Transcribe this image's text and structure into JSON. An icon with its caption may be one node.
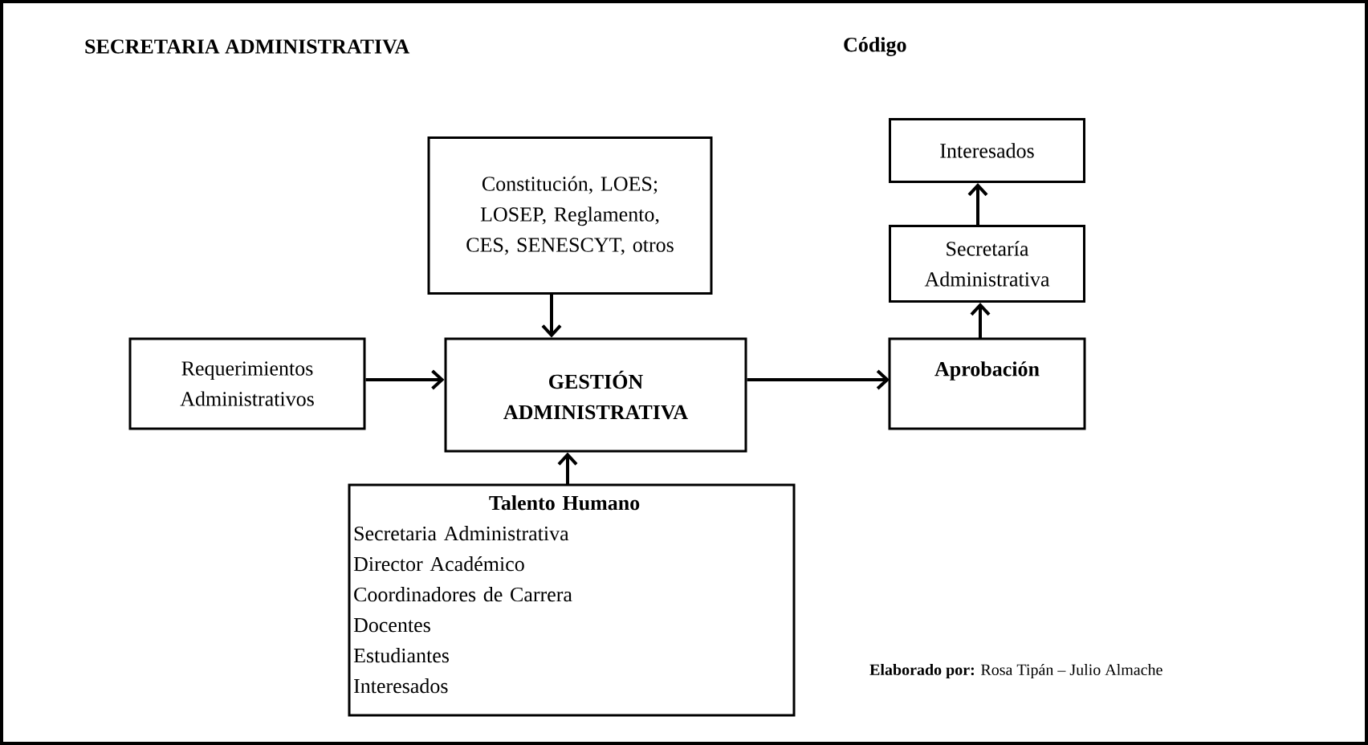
{
  "diagram": {
    "title": "SECRETARIA ADMINISTRATIVA",
    "nodes": [
      {
        "text": [
          "Constitución, LOES; LOSEP, Reglamento, CES, SENESCYT, otros"
        ]
      },
      {
        "text": [
          "Interesados"
        ]
      },
      {
        "text": [
          "Secretaría Administrativa"
        ]
      },
      {
        "text": [
          "Requerimientos Administrativos"
        ]
      },
      {
        "text": [
          "GESTIÓN ADMINISTRATIVA"
        ]
      },
      {
        "text": [
          "Aprobación"
        ]
      },
      {
        "text": [
          "Talento Humano",
          "Secretaria Administrativa",
          "Director Académico",
          "Coordinadores de Carrera",
          "Docentes",
          "Estudiantes",
          "Interesados"
        ]
      }
    ],
    "edges": [
      {
        "from": 0,
        "to": 4,
        "arrow": "to"
      },
      {
        "from": 3,
        "to": 4,
        "arrow": "to"
      },
      {
        "from": 6,
        "to": 4,
        "arrow": "to"
      },
      {
        "from": 4,
        "to": 5,
        "arrow": "to"
      },
      {
        "from": 5,
        "to": 2,
        "arrow": "to"
      },
      {
        "from": 2,
        "to": 1,
        "arrow": "to"
      }
    ],
    "labels": [
      "Código",
      "**Elaborado por:** Rosa Tipán – Julio Almache"
    ]
  }
}
